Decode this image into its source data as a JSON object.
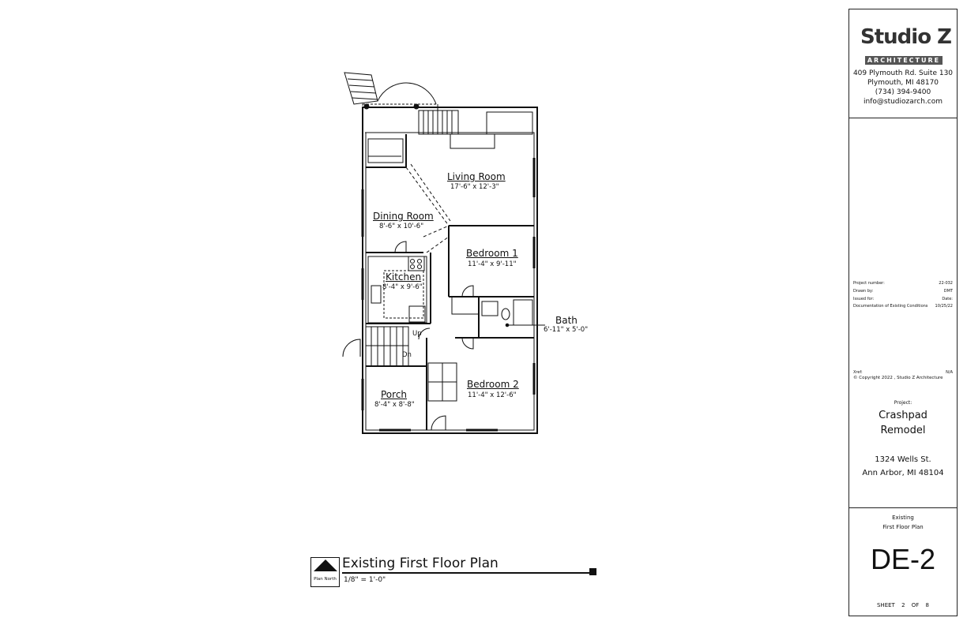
{
  "rooms": [
    {
      "name": "Living Room",
      "dims": "17'-6\" x 12'-3\""
    },
    {
      "name": "Dining Room",
      "dims": "8'-6\" x 10'-6\""
    },
    {
      "name": "Bedroom 1",
      "dims": "11'-4\" x 9'-11\""
    },
    {
      "name": "Kitchen",
      "dims": "8'-4\" x 9'-6\""
    },
    {
      "name": "Bath",
      "dims": "6'-11\" x 5'-0\""
    },
    {
      "name": "Bedroom 2",
      "dims": "11'-4\" x 12'-6\""
    },
    {
      "name": "Porch",
      "dims": "8'-4\" x 8'-8\""
    }
  ],
  "stair_labels": {
    "up": "Up",
    "down": "Dn"
  },
  "plan_caption": {
    "title": "Existing First Floor Plan",
    "north_label": "Plan North",
    "scale": "1/8\" = 1'-0\""
  },
  "title_block": {
    "firm_name": "Studio Z",
    "firm_sub": "ARCHITECTURE",
    "address": [
      "409 Plymouth Rd. Suite 130",
      "Plymouth, MI 48170",
      "(734) 394-9400",
      "info@studiozarch.com"
    ],
    "meta": [
      {
        "label": "Project number:",
        "value": "22-032"
      },
      {
        "label": "Drawn by:",
        "value": "DMT"
      },
      {
        "label": "Issued for:",
        "value": "Date:"
      },
      {
        "label": "Documentation of Existing Conditions",
        "value": "10/25/22"
      }
    ],
    "xref": {
      "label": "Xref:",
      "value": "N/A"
    },
    "copyright": "Copyright 2022 , Studio Z Architecture",
    "project_label": "Project:",
    "project_name": [
      "Crashpad",
      "Remodel"
    ],
    "project_address": [
      "1324 Wells St.",
      "Ann Arbor, MI 48104"
    ],
    "sheet_title": [
      "Existing",
      "First Floor Plan"
    ],
    "sheet_number": "DE-2",
    "sheet_footer": {
      "label": "SHEET",
      "current": "2",
      "of": "OF",
      "total": "8"
    }
  }
}
